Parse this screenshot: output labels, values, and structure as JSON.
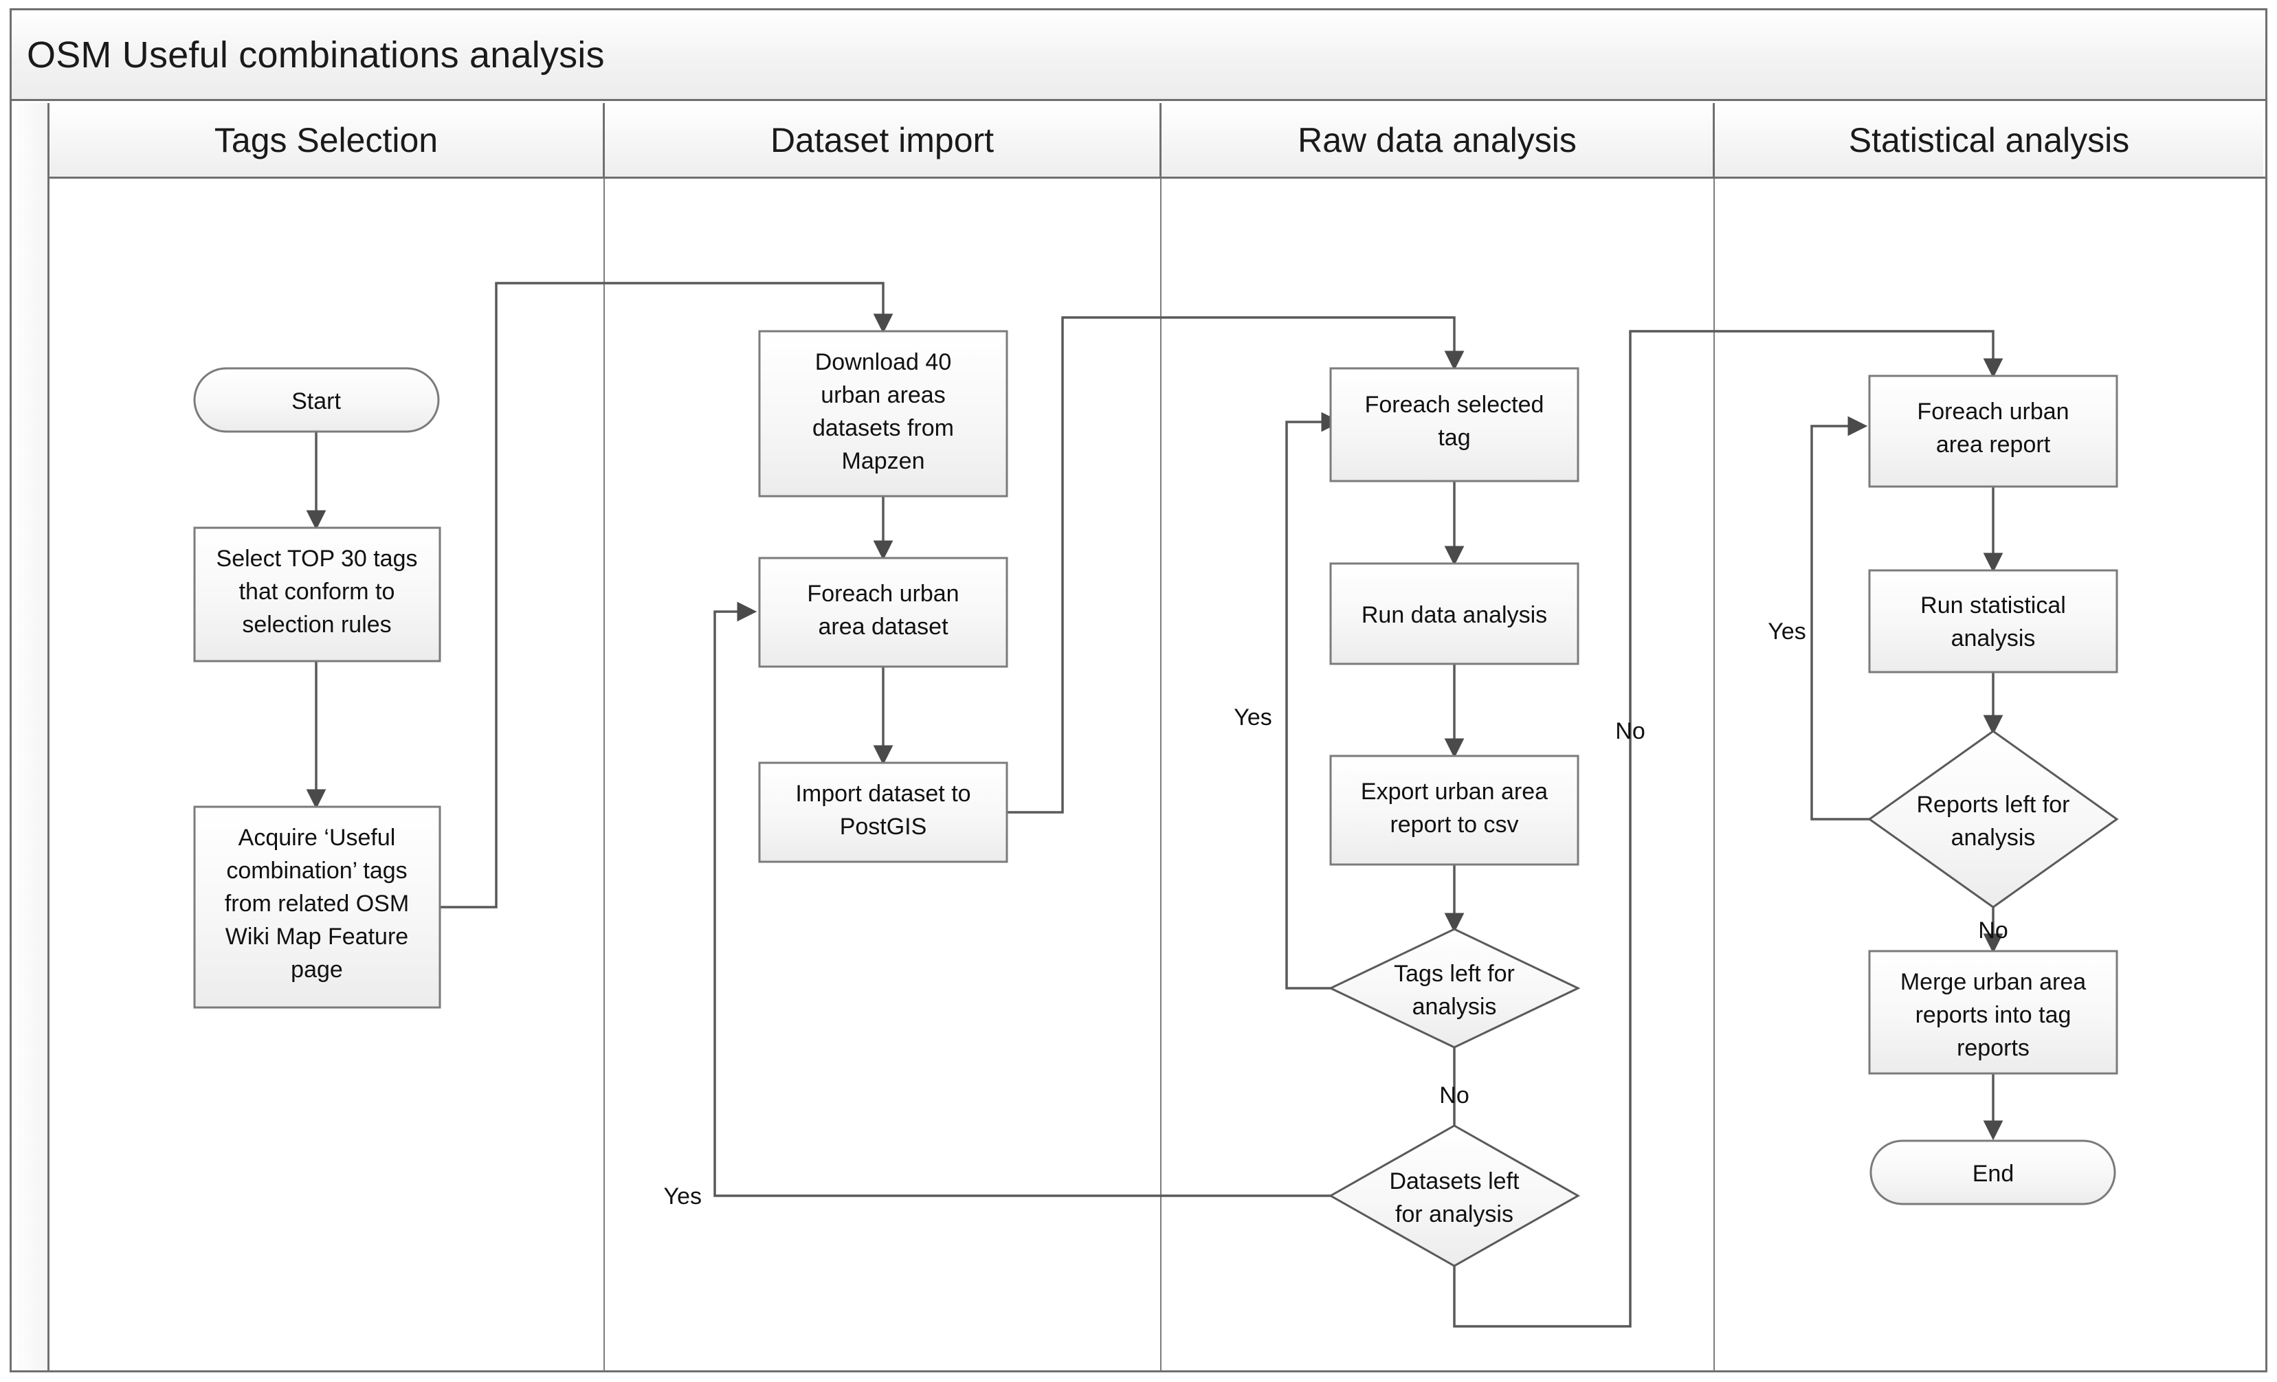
{
  "diagram": {
    "title": "OSM Useful combinations analysis",
    "type": "flowchart",
    "lanes": [
      {
        "id": "tags-selection",
        "label": "Tags Selection"
      },
      {
        "id": "dataset-import",
        "label": "Dataset import"
      },
      {
        "id": "raw-data-analysis",
        "label": "Raw data analysis"
      },
      {
        "id": "statistical-analysis",
        "label": "Statistical analysis"
      }
    ],
    "nodes": [
      {
        "id": "start",
        "lane": "tags-selection",
        "shape": "terminator",
        "label": "Start"
      },
      {
        "id": "select-top-tags",
        "lane": "tags-selection",
        "shape": "process",
        "label": "Select TOP 30 tags that conform to selection rules"
      },
      {
        "id": "acquire-useful",
        "lane": "tags-selection",
        "shape": "process",
        "label": "Acquire ‘Useful combination’ tags from related OSM Wiki Map Feature page"
      },
      {
        "id": "download-datasets",
        "lane": "dataset-import",
        "shape": "process",
        "label": "Download 40 urban areas datasets from Mapzen"
      },
      {
        "id": "foreach-dataset",
        "lane": "dataset-import",
        "shape": "process",
        "label": "Foreach urban area dataset"
      },
      {
        "id": "import-postgis",
        "lane": "dataset-import",
        "shape": "process",
        "label": "Import dataset to PostGIS"
      },
      {
        "id": "foreach-tag",
        "lane": "raw-data-analysis",
        "shape": "process",
        "label": "Foreach selected tag"
      },
      {
        "id": "run-data-analysis",
        "lane": "raw-data-analysis",
        "shape": "process",
        "label": "Run data analysis"
      },
      {
        "id": "export-csv",
        "lane": "raw-data-analysis",
        "shape": "process",
        "label": "Export urban area report to csv"
      },
      {
        "id": "tags-left",
        "lane": "raw-data-analysis",
        "shape": "decision",
        "label": "Tags left for analysis"
      },
      {
        "id": "datasets-left",
        "lane": "raw-data-analysis",
        "shape": "decision",
        "label": "Datasets left for analysis"
      },
      {
        "id": "foreach-report",
        "lane": "statistical-analysis",
        "shape": "process",
        "label": "Foreach urban area report"
      },
      {
        "id": "run-stat-analysis",
        "lane": "statistical-analysis",
        "shape": "process",
        "label": "Run statistical analysis"
      },
      {
        "id": "reports-left",
        "lane": "statistical-analysis",
        "shape": "decision",
        "label": "Reports left for analysis"
      },
      {
        "id": "merge-reports",
        "lane": "statistical-analysis",
        "shape": "process",
        "label": "Merge urban area reports into tag reports"
      },
      {
        "id": "end",
        "lane": "statistical-analysis",
        "shape": "terminator",
        "label": "End"
      }
    ],
    "node_lines": {
      "start": [
        "Start"
      ],
      "select-top-tags": [
        "Select TOP 30 tags",
        "that conform to",
        "selection rules"
      ],
      "acquire-useful": [
        "Acquire ‘Useful",
        "combination’ tags",
        "from related OSM",
        "Wiki Map Feature",
        "page"
      ],
      "download-datasets": [
        "Download 40",
        "urban areas",
        "datasets from",
        "Mapzen"
      ],
      "foreach-dataset": [
        "Foreach urban",
        "area dataset"
      ],
      "import-postgis": [
        "Import dataset to",
        "PostGIS"
      ],
      "foreach-tag": [
        "Foreach selected",
        "tag"
      ],
      "run-data-analysis": [
        "Run data analysis"
      ],
      "export-csv": [
        "Export urban area",
        "report to csv"
      ],
      "tags-left": [
        "Tags left for",
        "analysis"
      ],
      "datasets-left": [
        "Datasets left",
        "for analysis"
      ],
      "foreach-report": [
        "Foreach urban",
        "area report"
      ],
      "run-stat-analysis": [
        "Run statistical",
        "analysis"
      ],
      "reports-left": [
        "Reports left for",
        "analysis"
      ],
      "merge-reports": [
        "Merge urban area",
        "reports into tag",
        "reports"
      ],
      "end": [
        "End"
      ]
    },
    "edges": [
      {
        "id": "e-start-select",
        "from": "start",
        "to": "select-top-tags",
        "label": ""
      },
      {
        "id": "e-select-acquire",
        "from": "select-top-tags",
        "to": "acquire-useful",
        "label": ""
      },
      {
        "id": "e-acquire-download",
        "from": "acquire-useful",
        "to": "download-datasets",
        "label": ""
      },
      {
        "id": "e-download-foreach",
        "from": "download-datasets",
        "to": "foreach-dataset",
        "label": ""
      },
      {
        "id": "e-foreach-import",
        "from": "foreach-dataset",
        "to": "import-postgis",
        "label": ""
      },
      {
        "id": "e-import-foreachtag",
        "from": "import-postgis",
        "to": "foreach-tag",
        "label": ""
      },
      {
        "id": "e-foreachtag-run",
        "from": "foreach-tag",
        "to": "run-data-analysis",
        "label": ""
      },
      {
        "id": "e-run-export",
        "from": "run-data-analysis",
        "to": "export-csv",
        "label": ""
      },
      {
        "id": "e-export-tagsleft",
        "from": "export-csv",
        "to": "tags-left",
        "label": ""
      },
      {
        "id": "e-tagsleft-yes",
        "from": "tags-left",
        "to": "foreach-tag",
        "label": "Yes"
      },
      {
        "id": "e-tagsleft-no",
        "from": "tags-left",
        "to": "datasets-left",
        "label": "No"
      },
      {
        "id": "e-datasetsleft-yes",
        "from": "datasets-left",
        "to": "foreach-dataset",
        "label": "Yes"
      },
      {
        "id": "e-datasetsleft-no",
        "from": "datasets-left",
        "to": "foreach-report",
        "label": "No"
      },
      {
        "id": "e-foreachreport-stat",
        "from": "foreach-report",
        "to": "run-stat-analysis",
        "label": ""
      },
      {
        "id": "e-stat-reportsleft",
        "from": "run-stat-analysis",
        "to": "reports-left",
        "label": ""
      },
      {
        "id": "e-reportsleft-yes",
        "from": "reports-left",
        "to": "foreach-report",
        "label": "Yes"
      },
      {
        "id": "e-reportsleft-no",
        "from": "reports-left",
        "to": "merge-reports",
        "label": "No"
      },
      {
        "id": "e-merge-end",
        "from": "merge-reports",
        "to": "end",
        "label": ""
      }
    ],
    "edge_labels": {
      "tags_left_yes": "Yes",
      "tags_left_no": "No",
      "datasets_left_yes": "Yes",
      "datasets_left_no": "No",
      "reports_left_yes": "Yes",
      "reports_left_no": "No"
    },
    "colors": {
      "frame_border": "#6f6f6f",
      "node_border": "#7b7b7b",
      "node_fill_top": "#ffffff",
      "node_fill_bottom": "#ededed",
      "connector": "#595959",
      "text": "#111111"
    }
  }
}
